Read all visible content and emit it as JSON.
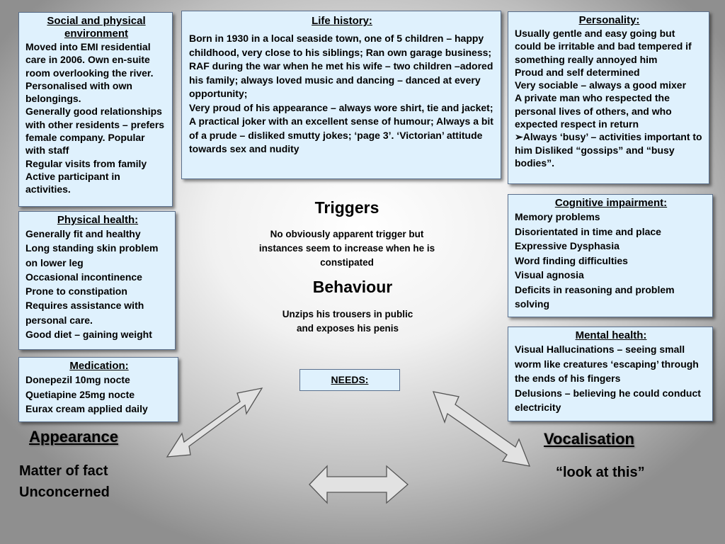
{
  "social": {
    "title": "Social and physical environment",
    "lines": [
      "Moved into EMI residential care in 2006. Own en-suite room overlooking the river.",
      "Personalised with own belongings.",
      "Generally good relationships with other residents – prefers female company. Popular with staff",
      "Regular visits from family",
      "Active participant in activities."
    ]
  },
  "life_history": {
    "title": "Life history:",
    "text": "Born in 1930 in a local seaside town, one of 5 children – happy childhood, very close to his siblings;  Ran own garage business; RAF during the war when he met his wife – two children –adored his family; always  loved music and dancing – danced at every opportunity;\nVery proud of his appearance – always wore shirt, tie and jacket; A practical joker with an excellent sense of humour; Always a bit of a prude – disliked smutty jokes; ‘page 3’. ‘Victorian’ attitude towards sex and nudity"
  },
  "personality": {
    "title": "Personality:",
    "lines": [
      "Usually gentle and easy going but could be irritable and bad tempered if something really annoyed him",
      "Proud and self determined",
      "Very sociable – always a good mixer",
      "A private man who respected the personal lives of others, and who expected respect in return",
      "➢Always ‘busy’ – activities important to him Disliked “gossips” and “busy bodies”."
    ]
  },
  "physical": {
    "title": "Physical health:",
    "lines": [
      "Generally fit and healthy",
      "Long standing skin problem on lower leg",
      "Occasional incontinence",
      "Prone to constipation",
      "Requires assistance with personal care.",
      "Good diet – gaining weight"
    ]
  },
  "cognitive": {
    "title": "Cognitive impairment:",
    "lines": [
      "Memory problems",
      "Disorientated in time and place",
      "Expressive Dysphasia",
      "Word finding difficulties",
      "Visual agnosia",
      "Deficits in reasoning and problem solving"
    ]
  },
  "mental": {
    "title": "Mental health:",
    "lines": [
      "Visual Hallucinations – seeing small worm like creatures ‘escaping’ through the ends of his fingers",
      "Delusions – believing he could conduct electricity"
    ]
  },
  "medication": {
    "title": "Medication:",
    "lines": [
      "Donepezil 10mg nocte",
      "Quetiapine 25mg nocte",
      "Eurax cream applied daily"
    ]
  },
  "triggers": {
    "heading": "Triggers",
    "text": "No obviously apparent trigger but instances seem to increase when he is constipated"
  },
  "behaviour": {
    "heading": "Behaviour",
    "text": "Unzips his trousers in public and exposes his penis"
  },
  "needs": {
    "label": "NEEDS:"
  },
  "appearance": {
    "heading": "Appearance",
    "lines": [
      "Matter of  fact",
      "Unconcerned"
    ]
  },
  "vocalisation": {
    "heading": "Vocalisation",
    "text": "“look at this”"
  }
}
